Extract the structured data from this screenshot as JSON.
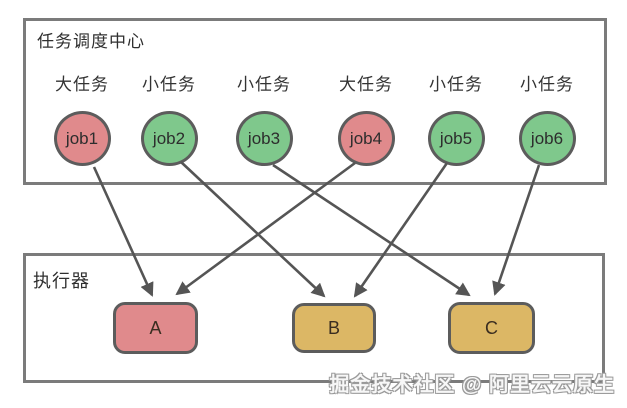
{
  "scheduler": {
    "title": "任务调度中心",
    "jobs": [
      {
        "category": "大任务",
        "label": "job1",
        "color": "#e08a8c"
      },
      {
        "category": "小任务",
        "label": "job2",
        "color": "#7fc88c"
      },
      {
        "category": "小任务",
        "label": "job3",
        "color": "#7fc88c"
      },
      {
        "category": "大任务",
        "label": "job4",
        "color": "#e08a8c"
      },
      {
        "category": "小任务",
        "label": "job5",
        "color": "#7fc88c"
      },
      {
        "category": "小任务",
        "label": "job6",
        "color": "#7fc88c"
      }
    ]
  },
  "executors": {
    "title": "执行器",
    "nodes": [
      {
        "label": "A",
        "color": "#e08a8c"
      },
      {
        "label": "B",
        "color": "#dcb765"
      },
      {
        "label": "C",
        "color": "#dcb765"
      }
    ]
  },
  "edges": [
    {
      "from": "job1",
      "to": "A"
    },
    {
      "from": "job2",
      "to": "B"
    },
    {
      "from": "job3",
      "to": "C"
    },
    {
      "from": "job4",
      "to": "A"
    },
    {
      "from": "job5",
      "to": "B"
    },
    {
      "from": "job6",
      "to": "C"
    }
  ],
  "watermark": "掘金技术社区 @ 阿里云云原生",
  "colors": {
    "big_task_fill": "#e08a8c",
    "small_task_fill": "#7fc88c",
    "executor_a_fill": "#e08a8c",
    "executor_bc_fill": "#dcb765",
    "node_border": "#5c5c5c",
    "frame_border": "#7b7b7b",
    "arrow": "#555555"
  }
}
